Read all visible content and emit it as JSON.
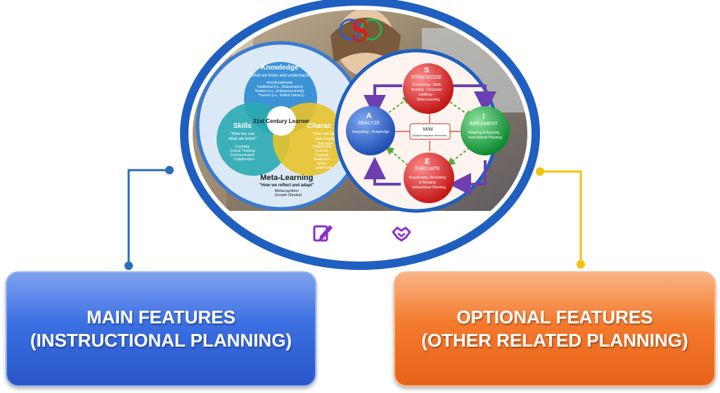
{
  "logo": {
    "text": "S"
  },
  "learner_diagram": {
    "center": "21st Century Learner",
    "knowledge": {
      "title": "Knowledge",
      "subtitle": "\"What we know and understand\"",
      "items": [
        "Interdisciplinarity",
        "Traditional (i.e., Mathematics)",
        "Modern (i.e., Entrepreneurship)",
        "Themes (i.e., Global Literacy)"
      ]
    },
    "skills": {
      "title": "Skills",
      "subtitle_1": "\"How we use",
      "subtitle_2": "what we know\"",
      "items": [
        "Creativity",
        "Critical Thinking",
        "Communication",
        "Collaboration"
      ]
    },
    "character": {
      "title": "Charac",
      "subtitle_1": "\"How we beh",
      "subtitle_2": "and engag",
      "subtitle_3": "the worl",
      "items": [
        "Mindfulness",
        "Curiosity",
        "Courage",
        "Resilience",
        "Ethics",
        "Leadership"
      ]
    },
    "meta": {
      "title": "Meta-Learning",
      "subtitle": "\"How we reflect and adapt\"",
      "items": [
        "Metacognition",
        "Growth Mindset"
      ]
    }
  },
  "cycle": {
    "strategize": {
      "letter": "S",
      "title": "STRATEGIZE",
      "lines": [
        "Developing - Skills",
        "Building - Character",
        "Instilling –",
        "Meta-Learning"
      ]
    },
    "implement": {
      "letter": "I",
      "title": "IMPLEMENT",
      "lines": [
        "Adapting & Applying",
        "Instructional Planning"
      ]
    },
    "evaluate": {
      "letter": "E",
      "title": "EVALUATE",
      "lines": [
        "Responding, Reviewing",
        "& Revising",
        "Instructional Planning"
      ]
    },
    "analyze": {
      "letter": "A",
      "title": "ANALYZE",
      "lines": [
        "Integrating - Knowledge"
      ]
    },
    "center": {
      "title": "MIW",
      "subtitle": "(Multiple Integration Worksheet)"
    }
  },
  "icons": [
    "edit-icon",
    "handshake-icon"
  ],
  "main_features": {
    "line1": "MAIN FEATURES",
    "line2": "(INSTRUCTIONAL PLANNING)"
  },
  "optional_features": {
    "line1": "OPTIONAL FEATURES",
    "line2": "(OTHER RELATED PLANNING)"
  },
  "colors": {
    "blue_connector": "#2a6db8",
    "yellow_connector": "#f4c20d",
    "frame": "#1f5fbf",
    "strategize": "#e02a2a",
    "implement": "#22b14c",
    "evaluate": "#e8161e",
    "analyze": "#2a62c9",
    "icon_purple": "#8b2fc9"
  }
}
